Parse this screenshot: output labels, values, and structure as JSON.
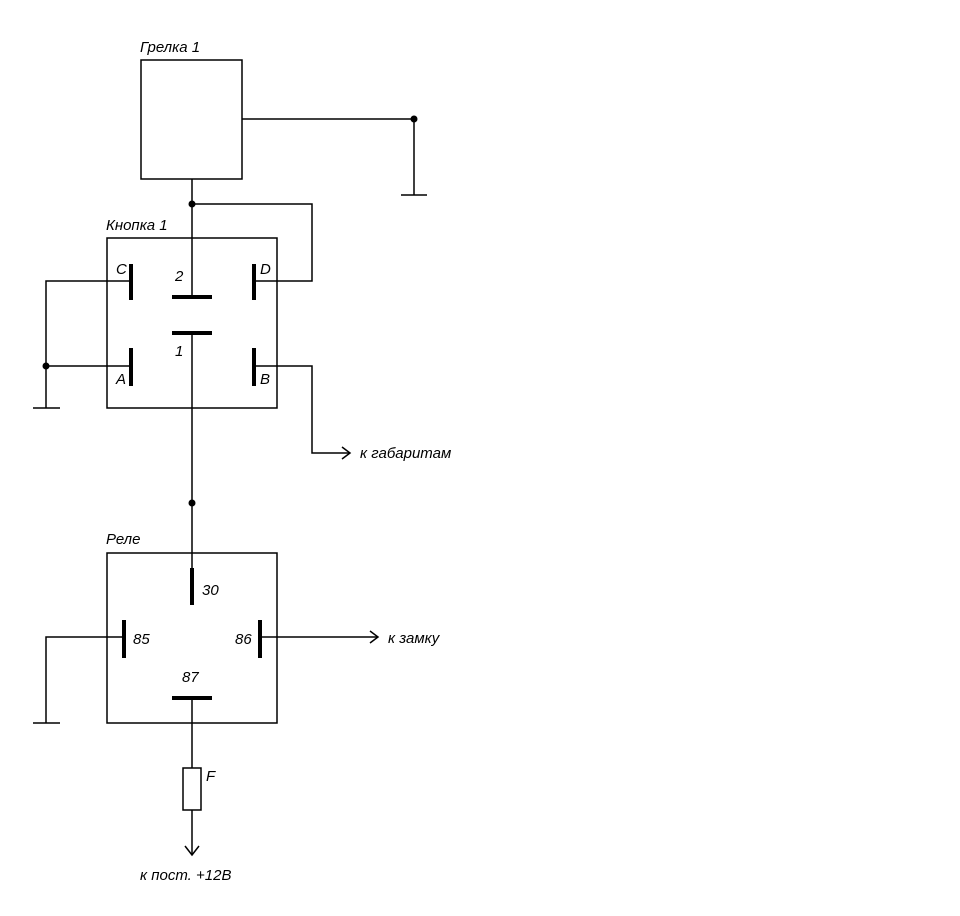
{
  "heater": {
    "title": "Грелка 1"
  },
  "button": {
    "title": "Кнопка 1",
    "pin_c": "C",
    "pin_d": "D",
    "pin_a": "A",
    "pin_b": "B",
    "pin_2": "2",
    "pin_1": "1"
  },
  "outputs": {
    "to_lights": "к габаритам",
    "to_lock": "к замку",
    "to_power": "к пост. +12В"
  },
  "relay": {
    "title": "Реле",
    "pin_30": "30",
    "pin_85": "85",
    "pin_86": "86",
    "pin_87": "87"
  },
  "fuse": {
    "label": "F"
  }
}
